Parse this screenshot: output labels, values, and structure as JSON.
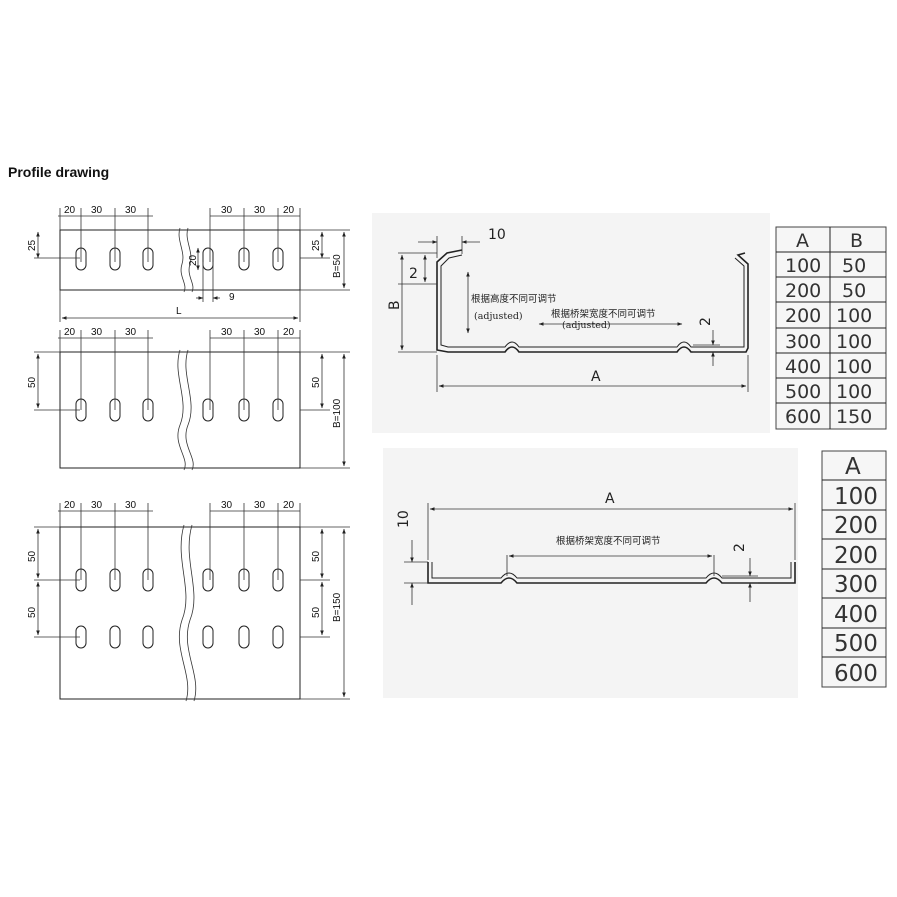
{
  "title": "Profile drawing",
  "views": {
    "tray_50": {
      "dims_left": [
        "20",
        "30",
        "30"
      ],
      "dims_right": [
        "30",
        "30",
        "20"
      ],
      "slot_height": "20",
      "slot_offset": "9",
      "left_edge": "25",
      "right_edge": "25",
      "height_label": "B=50",
      "length_label": "L"
    },
    "tray_100": {
      "dims_left": [
        "20",
        "30",
        "30"
      ],
      "dims_right": [
        "30",
        "30",
        "20"
      ],
      "left_edge": "50",
      "right_edge": "50",
      "height_label": "B=100"
    },
    "tray_150": {
      "dims_left": [
        "20",
        "30",
        "30"
      ],
      "dims_right": [
        "30",
        "30",
        "20"
      ],
      "left_edges": [
        "50",
        "50"
      ],
      "right_edges": [
        "50",
        "50"
      ],
      "height_label": "B=150"
    }
  },
  "section_c": {
    "lip": "10",
    "return": "2",
    "side": "B",
    "width": "A",
    "rib": "2",
    "note_height": "根据高度不同可调节",
    "note_height_en": "(adjusted)",
    "note_width": "根据桥架宽度不同可调节",
    "note_width_en": "(adjusted)"
  },
  "table_ab": {
    "headers": [
      "A",
      "B"
    ],
    "rows": [
      [
        "100",
        "50"
      ],
      [
        "200",
        "50"
      ],
      [
        "200",
        "100"
      ],
      [
        "300",
        "100"
      ],
      [
        "400",
        "100"
      ],
      [
        "500",
        "100"
      ],
      [
        "600",
        "150"
      ]
    ]
  },
  "section_flat": {
    "width": "A",
    "flange": "10",
    "rib": "2",
    "note_width": "根据桥架宽度不同可调节"
  },
  "table_a": {
    "header": "A",
    "rows": [
      "100",
      "200",
      "200",
      "300",
      "400",
      "500",
      "600"
    ]
  }
}
